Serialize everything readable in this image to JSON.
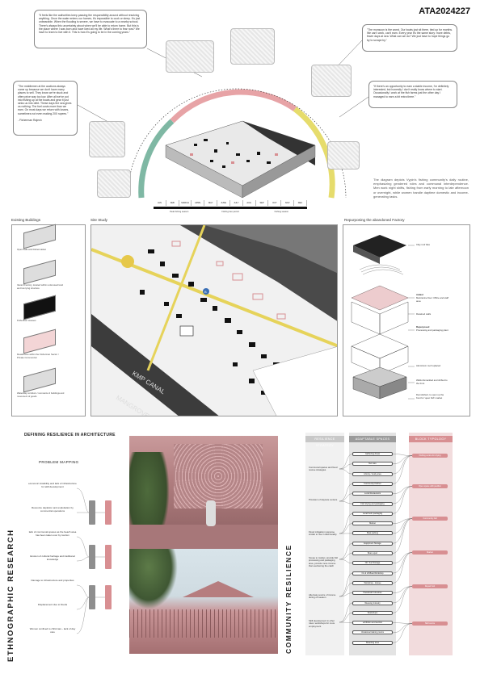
{
  "poster_id": "ATA2024227",
  "quotes": {
    "q1": "\"It feels like the authorities keep passing the responsibility around without resolving anything. Once the water enters our homes, it's impossible to cook or sleep. It's just unbearable. When the flooding is severe, we have to evacuate to a nearby school. There's always this uncertainty about when we'll be able to return home. But this is the place where I was born and have lived all my life. What's there to fear now? We have to learn to live with it. This is how it's going to be in the coming years.\"",
    "q2": "\"The middlemen at the auctions always come up because we don't have many places to sell. They know we're stuck and often price way too low. After all we've put into fishing up at the boats and gear it just sinks us into debt. These days the sea gives us nothing. The fuel costs more than we earn. On most days we return with losses, sometimes not even making 200 rupees.\"",
    "q2_author": "- Fisherman Rajesh",
    "q3": "\"The monsoon is the worst. Our boats just sit there, tied up for months. We can't work, can't earn. Every year it's the same story: more debts, fewer days at sea. What can we do? We just have to hope things go by to scrape by.\"",
    "q4": "\"If there's an opportunity to earn a stable income, I'm definitely interested, but honestly I don't really know where to start. Occasionally I work at the fish farms just the other day I managed to earn a bit extra there.\""
  },
  "calendar": {
    "months": [
      "JAN",
      "FEB",
      "MARCH",
      "APRIL",
      "MAY",
      "JUNE",
      "JULY",
      "AUG",
      "SEP",
      "OCT",
      "NOV",
      "DEC"
    ],
    "seasons": [
      "Peak fishing season",
      "Fishing ban period",
      "Fishing season"
    ]
  },
  "diagram_text": "The diagram depicts Vypin's fishing community's daily routine, emphasizing gendered roles and communal interdependence. Men work night shifts, fishing from early morning to late afternoon or overnight, while women handle daytime domestic and income-generating tasks.",
  "panels": {
    "existing": "Existing Buildings",
    "site": "Site Study",
    "repurpose": "Repurposing the abandoned Factory"
  },
  "existing_items": [
    "Open halls and Fishermarket",
    "Vacant Factory, located within underused land and low lying structure",
    "Fishermen Houses",
    "Residences within the Fisherman Sector / Private Commercial",
    "Waterway corridors / remnants of buildings and movement of goods"
  ],
  "site_labels": {
    "canal": "KMP CANAL",
    "mangrove": "MANGROVE FORE",
    "marker": "B"
  },
  "repurpose_labels": {
    "roof": "Clay roof tiles",
    "added_title": "Added",
    "added": "Mezzanine floor: Office and staff area",
    "retained": "Retained walls",
    "repurposed_title": "Repurposed",
    "repurposed": "Processing and packaging plant",
    "aluminium": "Aluminium roof replaced",
    "walls": "Walls dismantled and shifted to the front",
    "demolished": "Demolished, to open up the front for 'open fish' market"
  },
  "ethno_title": "ETHNOGRAPHIC RESEARCH",
  "defining_title": "DEFINING RESILIENCE IN ARCHITECTURE",
  "problem_mapping": "PROBLEM MAPPING",
  "problems": [
    "economic instability and lack of infrastructure for skill development",
    "Resource depletion and exploitation by commercial operations",
    "lack of communal spaces as the beach area has been taken over by tourism",
    "Erosion of cultural heritage and traditional knowledge",
    "Damage to infrastructure and properties",
    "Displacement due to floods",
    "Women confined to child care - lack of day care"
  ],
  "community_title": "COMMUNITY RESILIENCE",
  "columns": [
    "RESILIENCE STRATEGY",
    "ADAPTABLE SPACES",
    "BLOCK TYPOLOGY"
  ],
  "strategies": [
    "Communal spaces and flood rescue strategies",
    "Provision of daycare centers",
    "Flood mitigation response similar to rise in tidal locality",
    "Scope to market, provide fish processing and packaging area, provide more income than auctioning the catch",
    "Alternate source of income during off season",
    "Skill development in other roles: workshops for more employment"
  ],
  "spaces": [
    "Gathering Areas",
    "Net care",
    "Library / study area",
    "Community Kitchen",
    "Local Restaurants",
    "Fish drying and packaging",
    "Local fresh packaging",
    "Market",
    "Boat parking",
    "Equipment Storage",
    "Boat repair",
    "Oil / fuel Storage",
    "On & off-Boat Workshop",
    "Workshop - trainee",
    "Handicraft Industries",
    "Weaving Industry",
    "Workshops",
    "exhibition and auction",
    "Vocational training rooms",
    "Boarding area"
  ],
  "blocks": [
    "Fishing centre for drying",
    "Open space with pavilion",
    "Community hall",
    "Market",
    "Repair hub",
    "Skill centre"
  ]
}
